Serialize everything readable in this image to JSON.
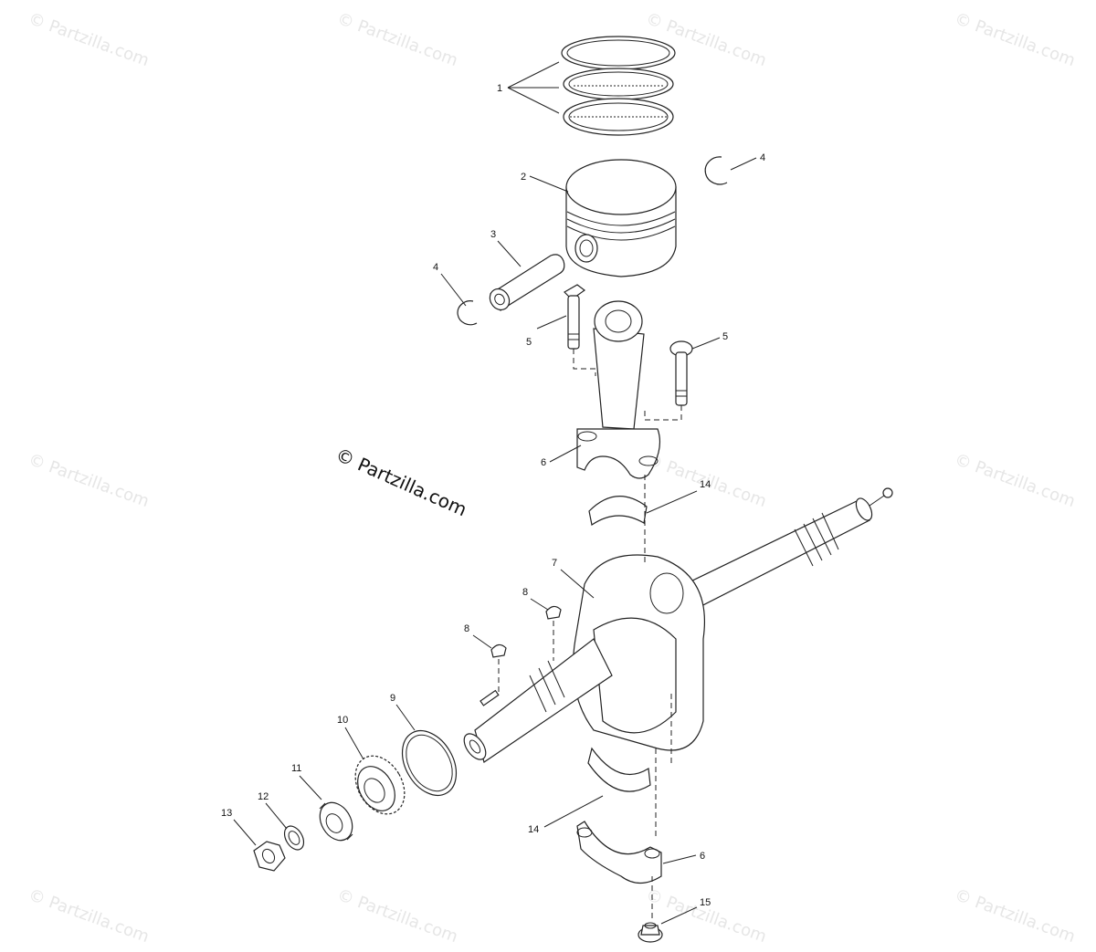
{
  "watermark": {
    "faint_text": "© Partzilla.com",
    "main_text": "© Partzilla.com"
  },
  "callouts": {
    "c1": "1",
    "c2": "2",
    "c3": "3",
    "c4a": "4",
    "c4b": "4",
    "c5a": "5",
    "c5b": "5",
    "c6a": "6",
    "c6b": "6",
    "c7": "7",
    "c8a": "8",
    "c8b": "8",
    "c9": "9",
    "c10": "10",
    "c11": "11",
    "c12": "12",
    "c13": "13",
    "c14a": "14",
    "c14b": "14",
    "c15": "15"
  },
  "colors": {
    "line": "#222222",
    "background": "#ffffff",
    "watermark_faint": "#e6e6e6"
  }
}
